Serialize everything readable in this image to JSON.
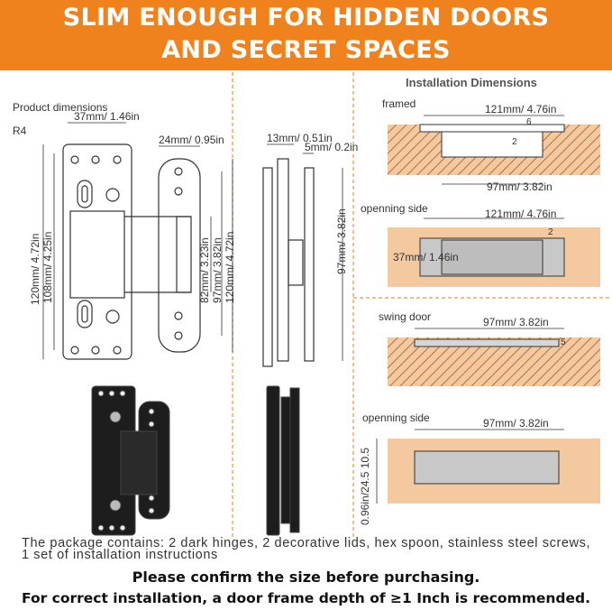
{
  "banner": {
    "line1": "SLIM ENOUGH FOR HIDDEN DOORS",
    "line2": "AND SECRET SPACES",
    "color": "#f0821e"
  },
  "left_drawing": {
    "product_dimensions": "Product dimensions",
    "radius": "R4",
    "width_plate": "37mm/ 1.46in",
    "width_leaf": "24mm/ 0.95in",
    "h_total": "120mm/ 4.72in",
    "h_108": "108mm/ 4.25in",
    "h_82": "82mm/ 3.23in",
    "h_97": "97mm/ 3.82in",
    "h_120b": "120mm/ 4.72in"
  },
  "side_drawing": {
    "thick_13": "13mm/ 0.51in",
    "thick_5": "5mm/ 0.2in",
    "h_97": "97mm/ 3.82in"
  },
  "installation": {
    "title": "Installation Dimensions",
    "framed": {
      "label": "framed",
      "width_top": "121mm/ 4.76in",
      "small_6": "6",
      "small_2": "2",
      "width_bottom": "97mm/ 3.82in"
    },
    "opening_side_1": {
      "label": "openning side",
      "width": "121mm/ 4.76in",
      "depth": "37mm/ 1.46in",
      "small_2": "2"
    },
    "swing_door": {
      "label": "swing door",
      "width": "97mm/ 3.82in",
      "small_5": "5"
    },
    "opening_side_2": {
      "label": "openning side",
      "width": "97mm/ 3.82in",
      "side": "0.96in/24.5  10.5"
    }
  },
  "notes": {
    "package": "The package contains: 2 dark hinges, 2 decorative lids, hex spoon, stainless steel screws, 1 set of installation instructions",
    "confirm": "Please confirm the size before purchasing.",
    "install": "For correct installation, a door frame depth of ≥1 Inch is recommended."
  },
  "colors": {
    "wood": "#f5c9a0",
    "hatch": "#b0703a",
    "metal": "#c8c8c8",
    "divider": "#e29a3c"
  }
}
